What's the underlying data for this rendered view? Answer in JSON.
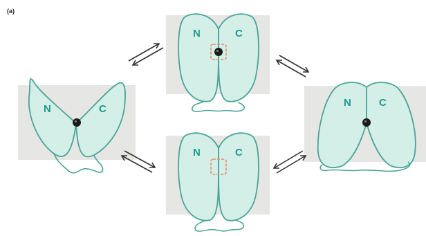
{
  "figure": {
    "panel_label": "(a)",
    "colors": {
      "membrane": "#e6e6e4",
      "protein_fill": "#d4eee8",
      "protein_stroke": "#4aa596",
      "lobe_label": "#1f9a8a",
      "binding_site": "#e0906a",
      "ligand": "#1a1a1a",
      "arrow": "#333333"
    },
    "states": {
      "outward_open": {
        "n_label": "N",
        "c_label": "C",
        "ligand": true,
        "site_box": false
      },
      "occluded_bound": {
        "n_label": "N",
        "c_label": "C",
        "ligand": true,
        "site_box": true
      },
      "inward_open": {
        "n_label": "N",
        "c_label": "C",
        "ligand": true,
        "site_box": false
      },
      "occluded_empty": {
        "n_label": "N",
        "c_label": "C",
        "ligand": false,
        "site_box": true
      }
    },
    "equilibrium_arrows": [
      {
        "from": "outward_open",
        "to": "occluded_bound",
        "type": "reversible"
      },
      {
        "from": "occluded_bound",
        "to": "inward_open",
        "type": "reversible"
      },
      {
        "from": "inward_open",
        "to": "occluded_empty",
        "type": "reversible"
      },
      {
        "from": "occluded_empty",
        "to": "outward_open",
        "type": "reversible"
      }
    ]
  }
}
